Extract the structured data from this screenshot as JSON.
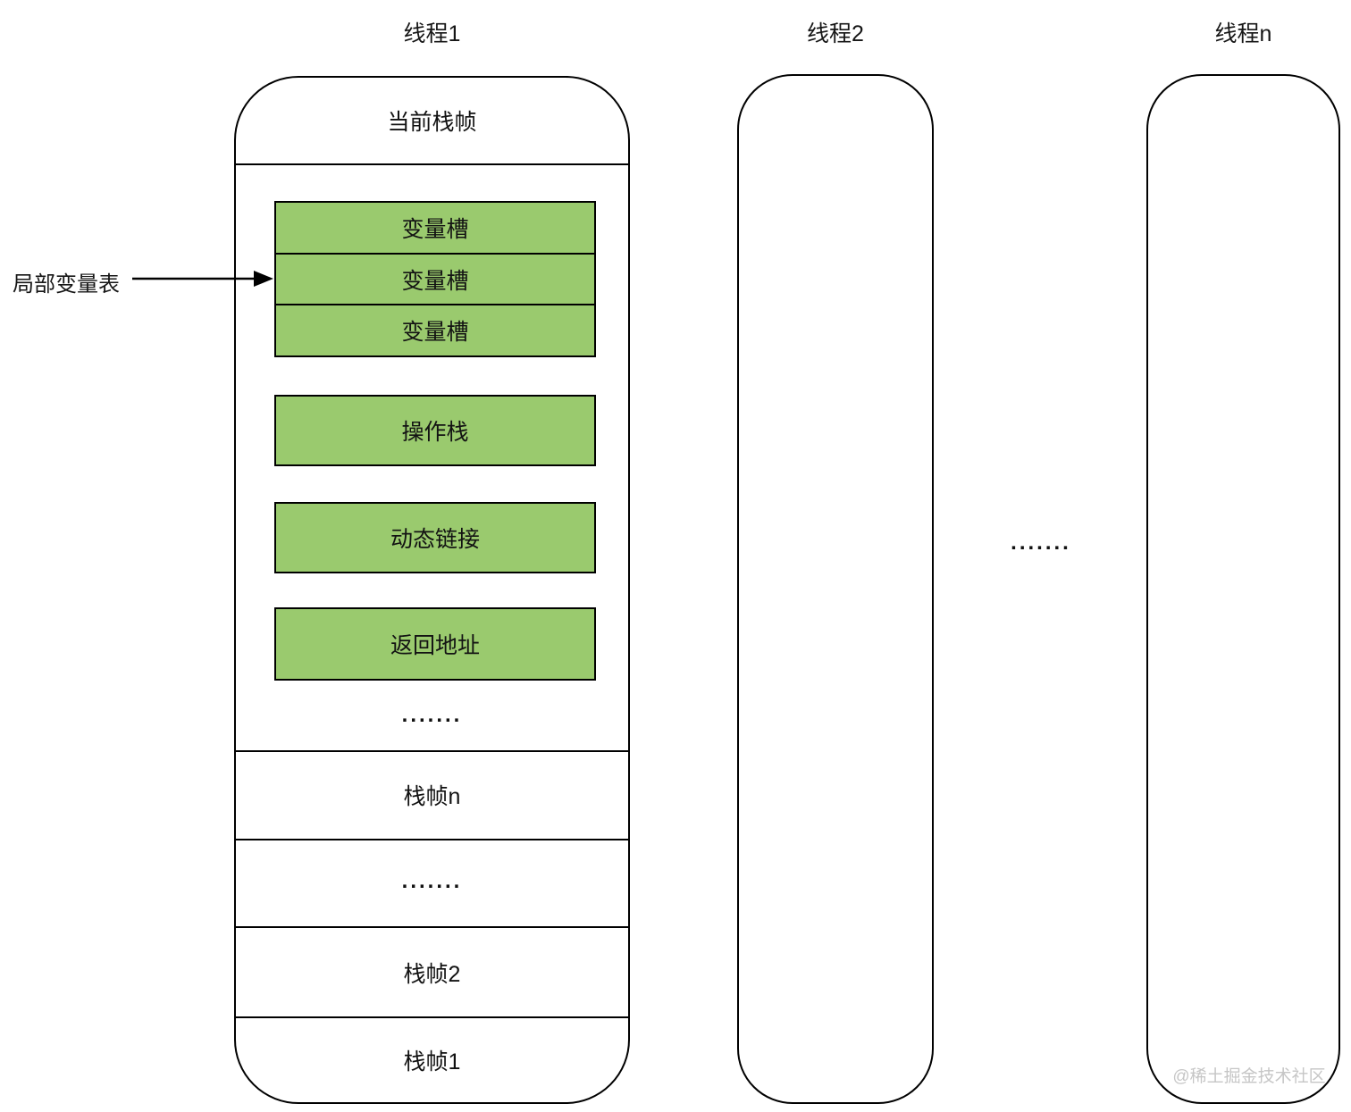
{
  "diagram": {
    "threads": {
      "thread1_label": "线程1",
      "thread2_label": "线程2",
      "threadn_label": "线程n"
    },
    "thread1": {
      "header": "当前栈帧",
      "slots": [
        "变量槽",
        "变量槽",
        "变量槽"
      ],
      "operand_stack": "操作栈",
      "dynamic_link": "动态链接",
      "return_address": "返回地址",
      "current_frame_dots": ".......",
      "frames": [
        "栈帧n",
        ".......",
        "栈帧2",
        "栈帧1"
      ]
    },
    "annotation_label": "局部变量表",
    "between_threads_dots": ".......",
    "watermark": "@稀土掘金技术社区",
    "colors": {
      "slot_fill": "#9aca6e",
      "line": "#000000",
      "watermark": "#c6c6c6",
      "background": "#ffffff"
    }
  }
}
